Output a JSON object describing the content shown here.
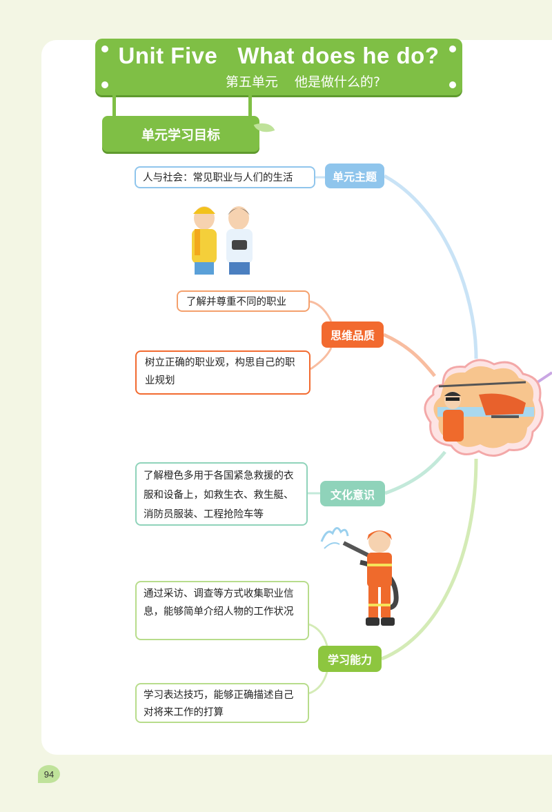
{
  "header": {
    "title_en": "Unit Five   What does he do?",
    "title_cn": "第五单元    他是做什么的?"
  },
  "goals_tab": "单元学习目标",
  "nodes": {
    "theme": "单元主题",
    "thinking": "思维品质",
    "culture": "文化意识",
    "ability": "学习能力"
  },
  "boxes": {
    "theme": "人与社会：常见职业与人们的生活",
    "respect": "了解并尊重不同的职业",
    "career": "树立正确的职业观，构思自己的职业规划",
    "orange": "了解橙色多用于各国紧急救援的衣服和设备上，如救生衣、救生艇、消防员服装、工程抢险车等",
    "interview": "通过采访、调查等方式收集职业信息，能够简单介绍人物的工作状况",
    "express": "学习表达技巧，能够正确描述自己对将来工作的打算"
  },
  "page_number": "94",
  "colors": {
    "green": "#7fbf45",
    "blue": "#8fc5ec",
    "orange": "#f26a2f",
    "teal": "#8fd3ba",
    "lime": "#8dc63f"
  }
}
